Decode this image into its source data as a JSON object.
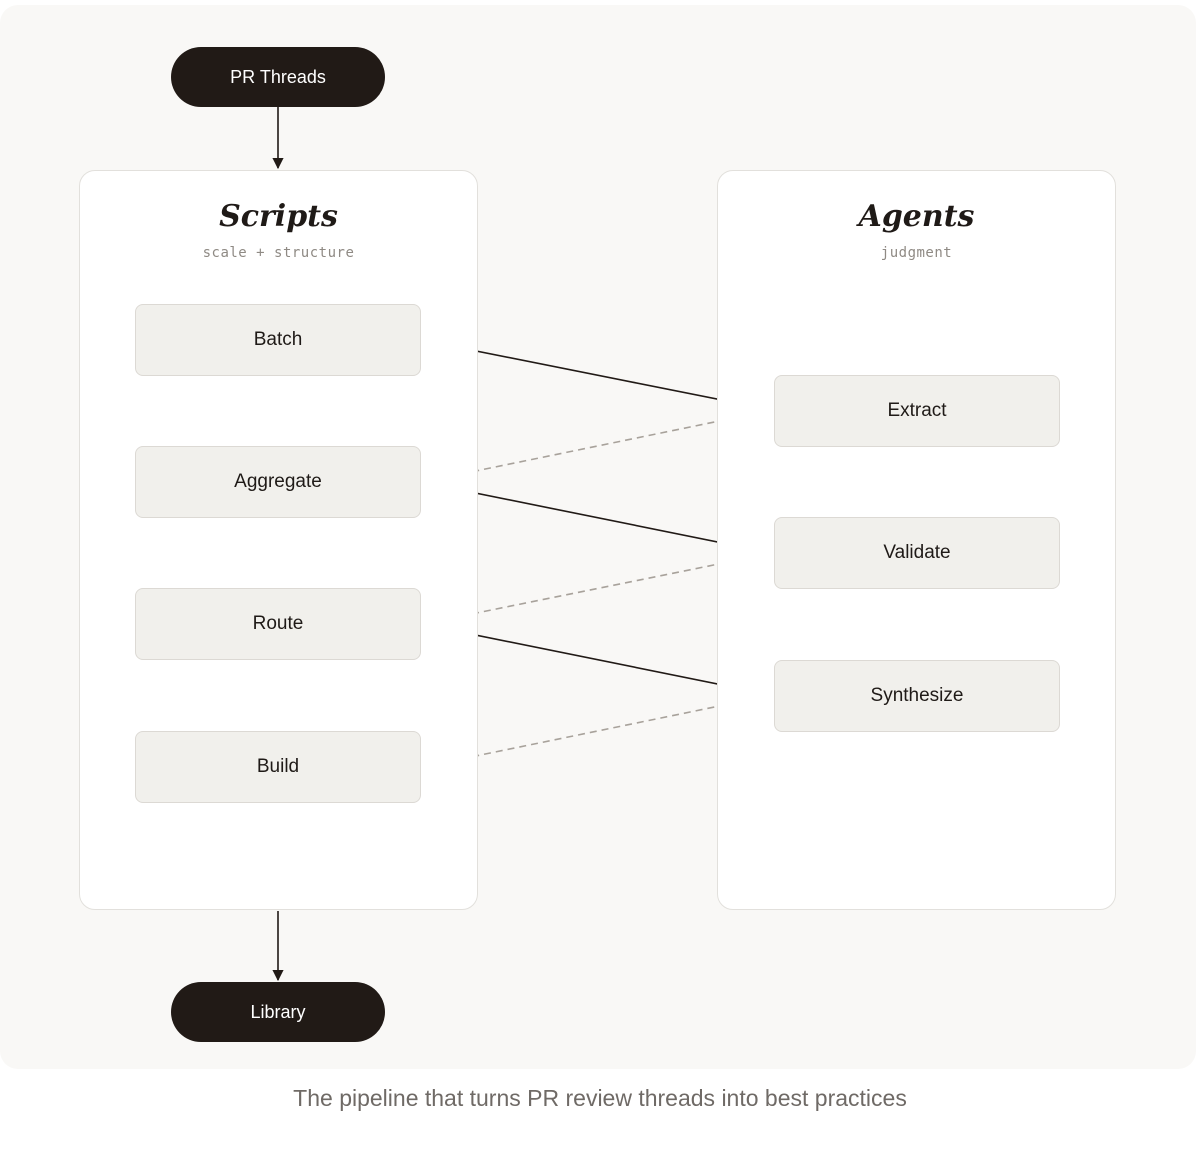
{
  "diagram": {
    "start": "PR Threads",
    "end": "Library",
    "left_panel": {
      "title": "Scripts",
      "subtitle": "scale + structure",
      "steps": [
        "Batch",
        "Aggregate",
        "Route",
        "Build"
      ]
    },
    "right_panel": {
      "title": "Agents",
      "subtitle": "judgment",
      "steps": [
        "Extract",
        "Validate",
        "Synthesize"
      ]
    },
    "caption": "The pipeline that turns PR review threads into best practices"
  },
  "colors": {
    "background": "#f9f8f6",
    "pill": "#211a16",
    "node_fill": "#f1f0ec",
    "solid_arrow": "#211a16",
    "dashed_arrow": "#a8a29b"
  }
}
